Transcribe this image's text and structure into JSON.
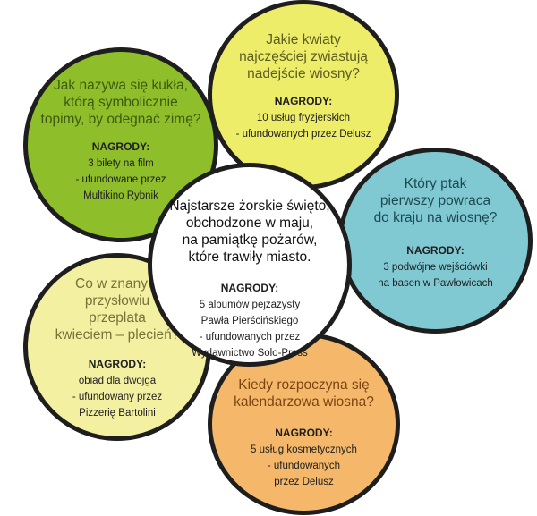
{
  "center": {
    "question": "Najstarsze żorskie święto,\nobchodzone w maju,\nna pamiątkę pożarów,\nktóre trawiły miasto.",
    "prize_heading": "NAGRODY:",
    "prize_lines": [
      "5 albumów pejzażysty",
      "Pawła Pierścińskiego",
      "- ufundowanych przez",
      "Wydawnictwo Solo-Press"
    ]
  },
  "top_left": {
    "question": "Jak nazywa się kukła,\nktórą symbolicznie\ntopimy, by odegnać zimę?",
    "prize_heading": "NAGRODY:",
    "prize_lines": [
      "3 bilety na film",
      "- ufundowane przez",
      "Multikino Rybnik"
    ]
  },
  "top": {
    "question": "Jakie kwiaty\nnajczęściej zwiastują\nnadejście wiosny?",
    "prize_heading": "NAGRODY:",
    "prize_lines": [
      "10 usług fryzjerskich",
      "- ufundowanych przez Delusz"
    ]
  },
  "right": {
    "question": "Który ptak\npierwszy powraca\ndo kraju na wiosnę?",
    "prize_heading": "NAGRODY:",
    "prize_lines": [
      "3 podwójne wejściówki",
      "na basen w Pawłowicach"
    ]
  },
  "left": {
    "question": "Co w znanym\nprzysłowiu\nprzeplata\nkwieciem – plecień?",
    "prize_heading": "NAGRODY:",
    "prize_lines": [
      "obiad dla dwojga",
      "- ufundowany przez",
      "Pizzerię Bartolini"
    ]
  },
  "bottom": {
    "question": "Kiedy rozpoczyna się\nkalendarzowa wiosna?",
    "prize_heading": "NAGRODY:",
    "prize_lines": [
      "5 usług kosmetycznych",
      "- ufundowanych",
      "przez Delusz"
    ]
  },
  "colors": {
    "green": "#8fbe2b",
    "yellow": "#eded6a",
    "blue": "#80c9d2",
    "pale_yellow": "#f4f0a2",
    "orange": "#f5b86a",
    "center": "#ffffff",
    "outline": "#1e1e1e"
  }
}
